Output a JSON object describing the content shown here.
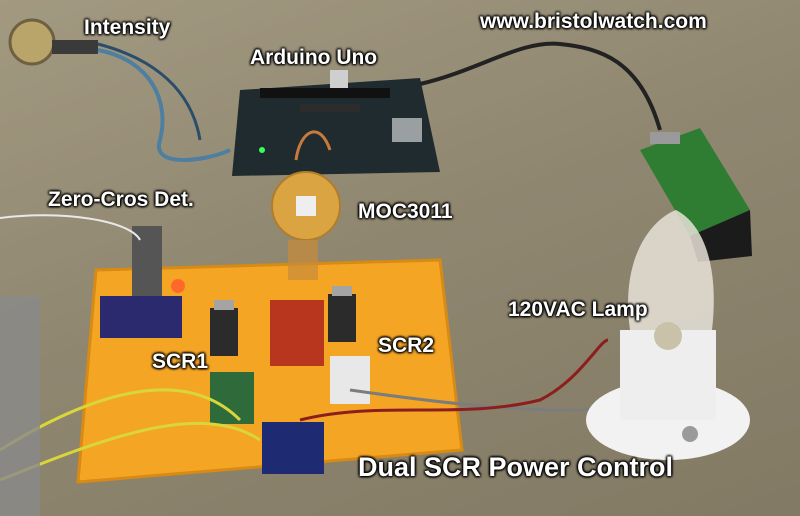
{
  "labels": {
    "intensity": "Intensity",
    "website": "www.bristolwatch.com",
    "arduino": "Arduino Uno",
    "zero_cross": "Zero-Cros Det.",
    "optocoupler": "MOC3011",
    "lamp": "120VAC Lamp",
    "scr1": "SCR1",
    "scr2": "SCR2",
    "title": "Dual SCR Power Control"
  },
  "colors": {
    "label_text": "#ffffff",
    "breadboard": "#f5a524",
    "arduino_board": "#1f2b2e",
    "battery": "#2e7d32"
  }
}
